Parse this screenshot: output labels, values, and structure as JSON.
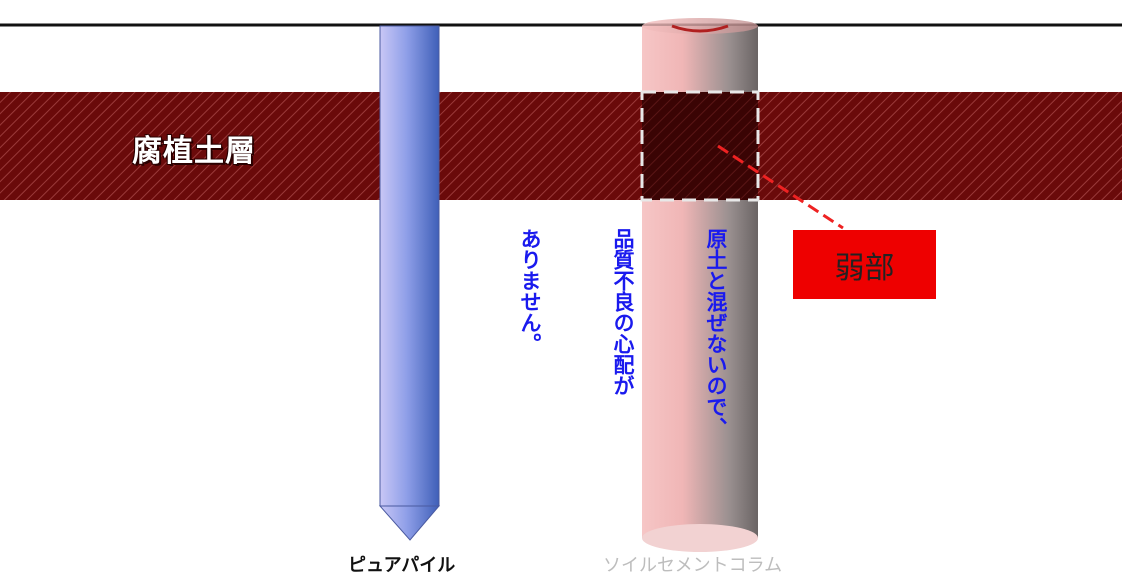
{
  "layer": {
    "label": "腐植土層"
  },
  "weak_point": {
    "label": "弱部"
  },
  "note": {
    "lines": [
      "原土と混ぜないので、",
      "品質不良の心配が",
      "ありません。"
    ]
  },
  "piles": {
    "pure": {
      "label": "ピュアパイル"
    },
    "cement": {
      "label": "ソイルセメントコラム"
    }
  },
  "colors": {
    "humus_layer": "#6a0a0a",
    "weak_box": "#ee0000",
    "note_text": "#1a1aee",
    "dashed_line": "#ee2222"
  }
}
